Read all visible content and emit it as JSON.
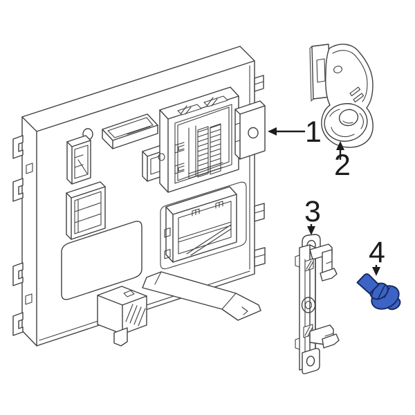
{
  "figure": {
    "type": "parts-diagram",
    "background_color": "#ffffff",
    "line_color": "#3f3f3f",
    "label_color": "#1c1c1c",
    "highlight_fill": "#3b64c5",
    "highlight_stroke": "#192a63",
    "parts": [
      {
        "callout": "1",
        "name": "fuse-box-module",
        "arrow_direction": "left",
        "highlighted": false
      },
      {
        "callout": "2",
        "name": "upper-mounting-bracket",
        "arrow_direction": "up",
        "highlighted": false
      },
      {
        "callout": "3",
        "name": "side-mounting-bracket-rail",
        "arrow_direction": "down",
        "highlighted": false
      },
      {
        "callout": "4",
        "name": "mounting-bolt",
        "arrow_direction": "down",
        "highlighted": true
      }
    ]
  }
}
